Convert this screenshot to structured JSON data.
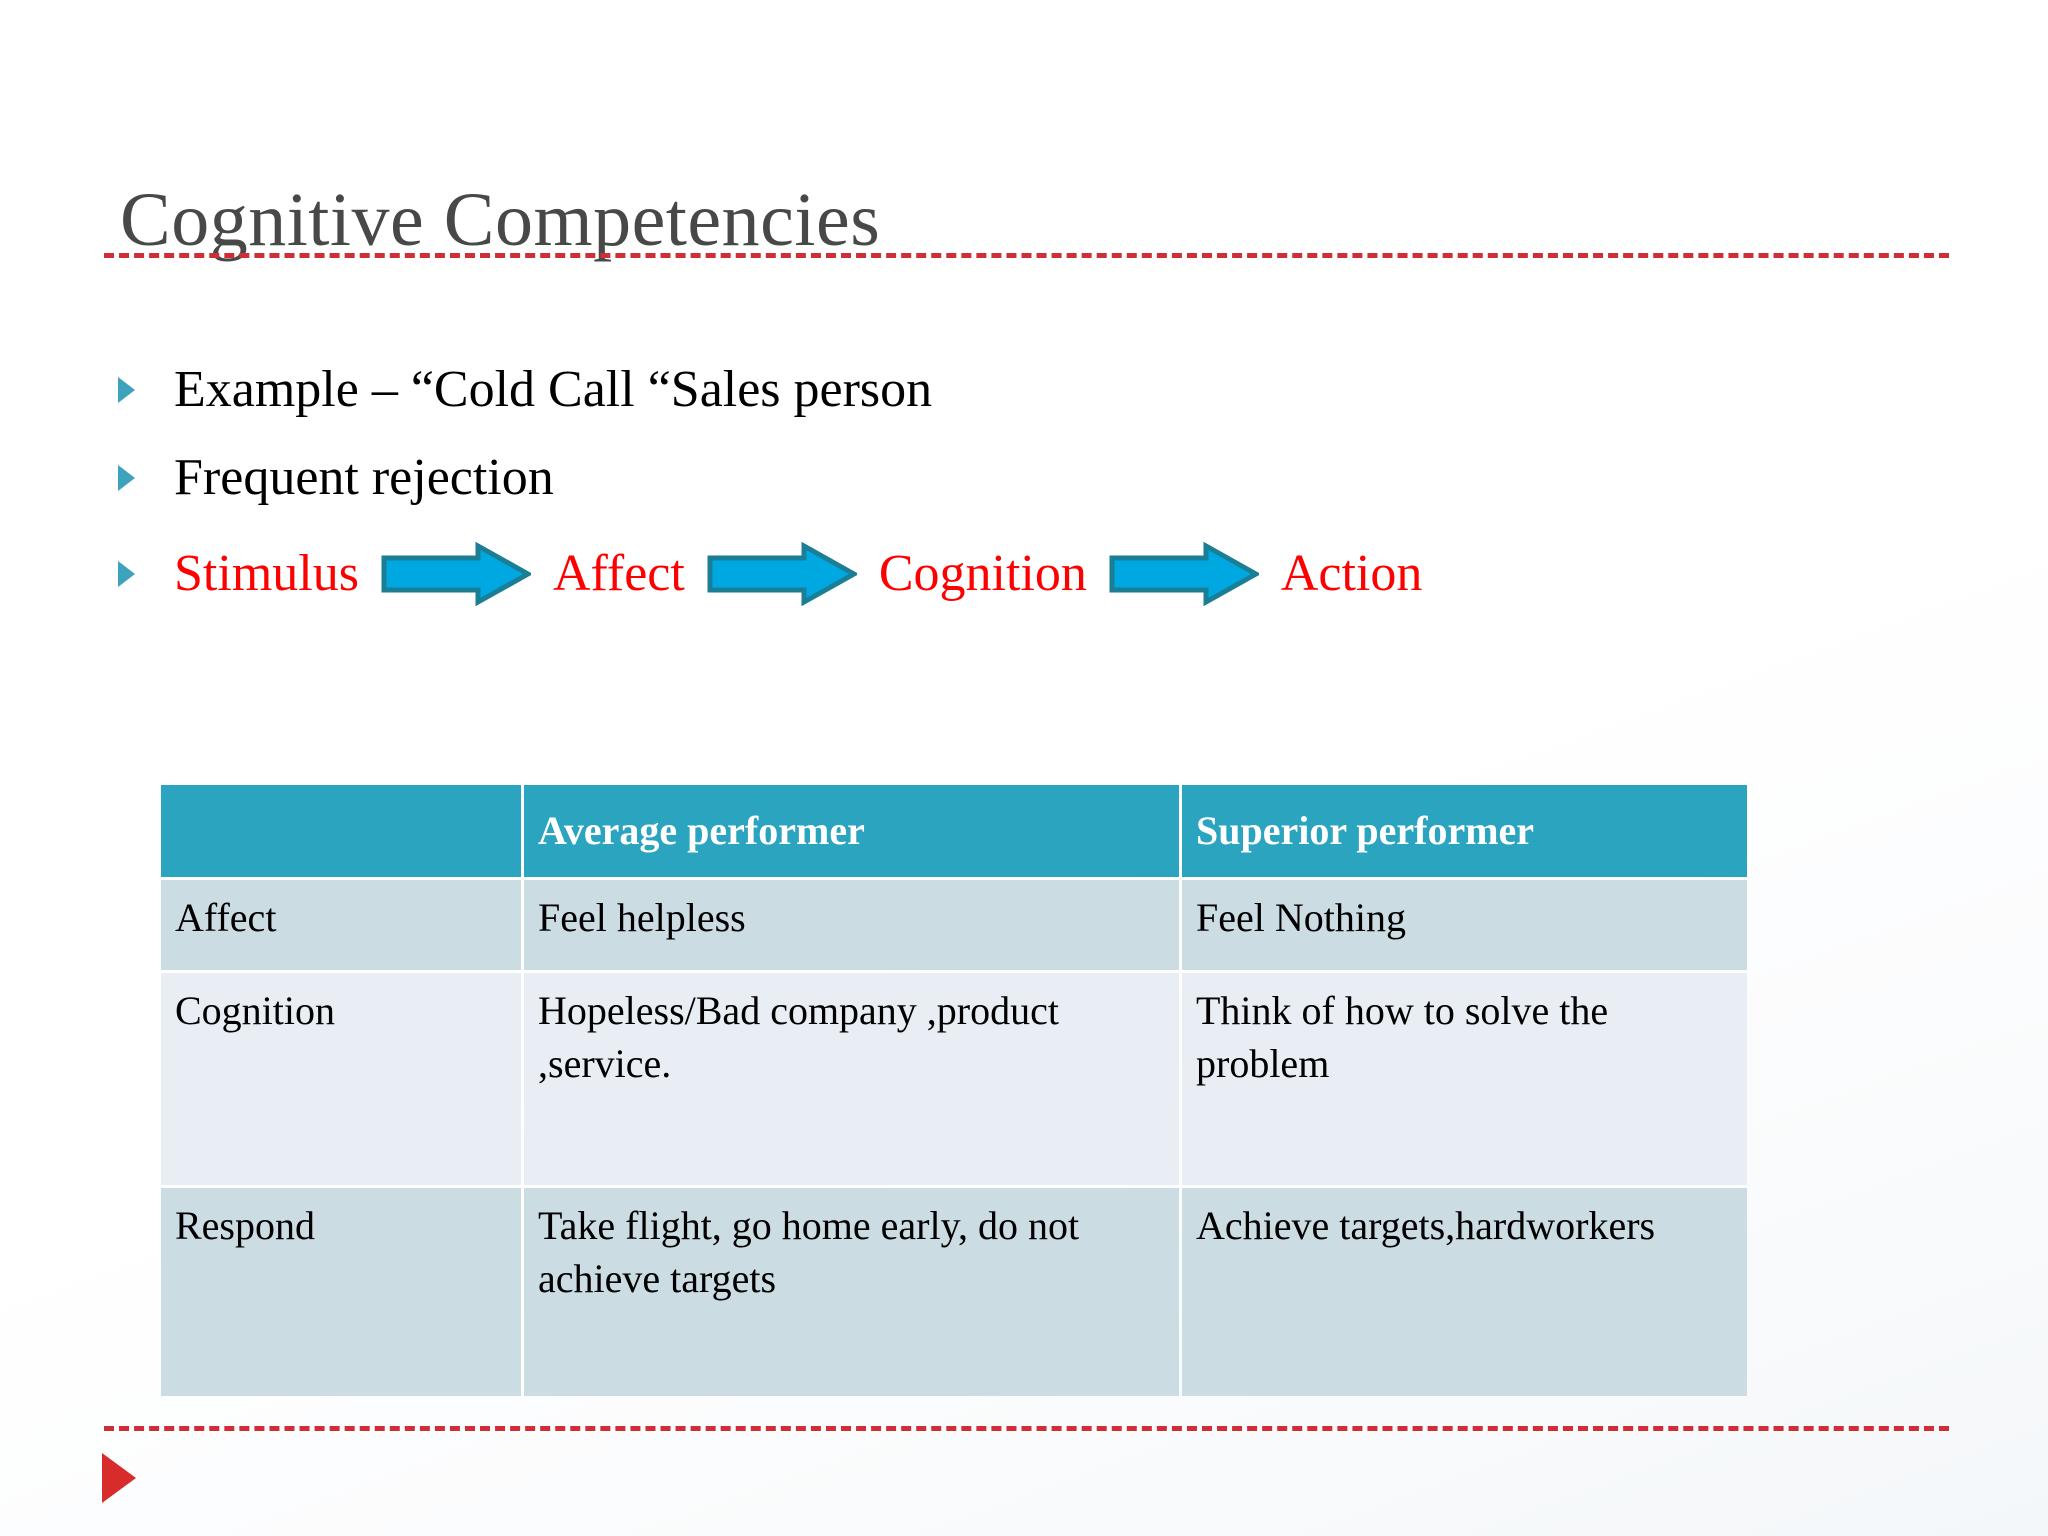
{
  "slide": {
    "title": "Cognitive Competencies",
    "accent_teal": "#2ba4c0",
    "accent_red": "#cf2e36",
    "flow_text_color": "#ff0000",
    "title_color": "#484848"
  },
  "bullets": [
    {
      "text": "Example – “Cold Call “Sales person"
    },
    {
      "text": "Frequent rejection"
    }
  ],
  "flow": {
    "steps": [
      "Stimulus",
      "Affect",
      "Cognition",
      "Action"
    ],
    "arrow_icon": "block-arrow-right-icon",
    "arrow_fill": "#00a8e1",
    "arrow_outline": "#1a7f96"
  },
  "table": {
    "headers": [
      "",
      "Average performer",
      "Superior performer"
    ],
    "rows": [
      {
        "label": "Affect",
        "average": "Feel helpless",
        "superior": "Feel Nothing"
      },
      {
        "label": "Cognition",
        "average": "Hopeless/Bad company ,product ,service.",
        "superior": "Think of how to solve the problem"
      },
      {
        "label": "Respond",
        "average": "Take flight, go home early, do not achieve targets",
        "superior": "Achieve targets,hardworkers"
      }
    ]
  },
  "footer": {
    "marker_icon": "triangle-right-icon"
  }
}
